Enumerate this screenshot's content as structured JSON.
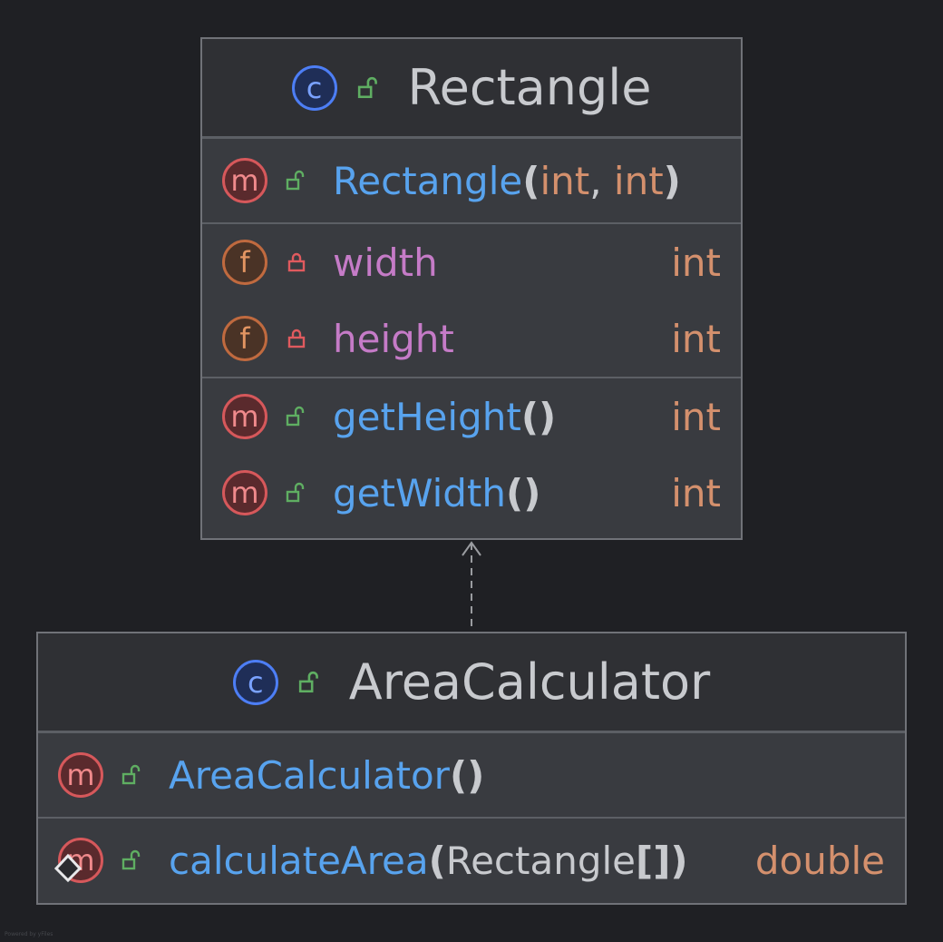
{
  "diagram": {
    "classes": [
      {
        "name": "Rectangle",
        "kind_badge": "c",
        "visibility": "public",
        "constructors": [
          {
            "name": "Rectangle",
            "params": [
              "int",
              "int"
            ],
            "badge": "m",
            "visibility": "public"
          }
        ],
        "fields": [
          {
            "name": "width",
            "type": "int",
            "badge": "f",
            "visibility": "private"
          },
          {
            "name": "height",
            "type": "int",
            "badge": "f",
            "visibility": "private"
          }
        ],
        "methods": [
          {
            "name": "getHeight",
            "type": "int",
            "badge": "m",
            "visibility": "public"
          },
          {
            "name": "getWidth",
            "type": "int",
            "badge": "m",
            "visibility": "public"
          }
        ]
      },
      {
        "name": "AreaCalculator",
        "kind_badge": "c",
        "visibility": "public",
        "constructors": [
          {
            "name": "AreaCalculator",
            "params": [],
            "badge": "m",
            "visibility": "public"
          }
        ],
        "methods": [
          {
            "name": "calculateArea",
            "param_class": "Rectangle",
            "param_suffix": "[]",
            "type": "double",
            "badge": "m",
            "visibility": "public",
            "static": true
          }
        ]
      }
    ],
    "relations": [
      {
        "from": "AreaCalculator",
        "to": "Rectangle",
        "style": "dashed",
        "arrow": "open"
      }
    ],
    "colors": {
      "background": "#1f2024",
      "class_body": "#393b40",
      "class_header": "#2f3034",
      "method_name": "#58a3ee",
      "field_name": "#c57bc7",
      "type": "#d4906d",
      "public_icon": "#5fae62",
      "private_icon": "#e05a5e"
    },
    "punct": {
      "open": "(",
      "close": ")",
      "comma": ", "
    },
    "footer": "Powered by yFiles"
  }
}
